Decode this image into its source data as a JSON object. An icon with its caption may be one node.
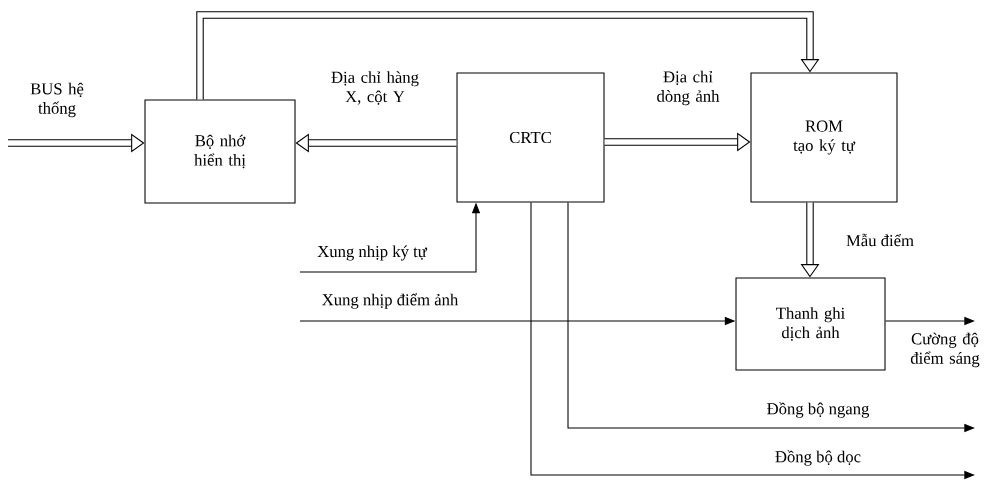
{
  "diagram": {
    "nodes": [
      {
        "text": [
          "Bộ nhớ hiển thị"
        ]
      },
      {
        "text": [
          "CRTC"
        ]
      },
      {
        "text": [
          "ROM tạo ký tự"
        ]
      },
      {
        "text": [
          "Thanh ghi dịch ảnh"
        ]
      }
    ],
    "edges": [
      {
        "from": null,
        "to": 0,
        "arrow": "to",
        "label": "BUS hệ thống",
        "style": "thick"
      },
      {
        "from": 1,
        "to": 0,
        "arrow": "to",
        "label": "Địa chỉ hàng X, cột Y",
        "style": "thick"
      },
      {
        "from": 0,
        "to": 2,
        "arrow": "to",
        "style": "thick"
      },
      {
        "from": 1,
        "to": 2,
        "arrow": "to",
        "label": "Địa chỉ dòng ảnh",
        "style": "thick"
      },
      {
        "from": 2,
        "to": 3,
        "arrow": "to",
        "label": "Mẫu điểm",
        "style": "thick"
      },
      {
        "from": null,
        "to": 1,
        "arrow": "to",
        "label": "Xung nhịp ký tự"
      },
      {
        "from": null,
        "to": 3,
        "arrow": "to",
        "label": "Xung nhịp điểm ảnh"
      },
      {
        "from": 3,
        "to": null,
        "arrow": "to",
        "label": "Cường độ điểm sáng"
      },
      {
        "from": 1,
        "to": null,
        "arrow": "to",
        "label": "Đồng bộ ngang"
      },
      {
        "from": 1,
        "to": null,
        "arrow": "to",
        "label": "Đồng bộ dọc"
      }
    ]
  }
}
